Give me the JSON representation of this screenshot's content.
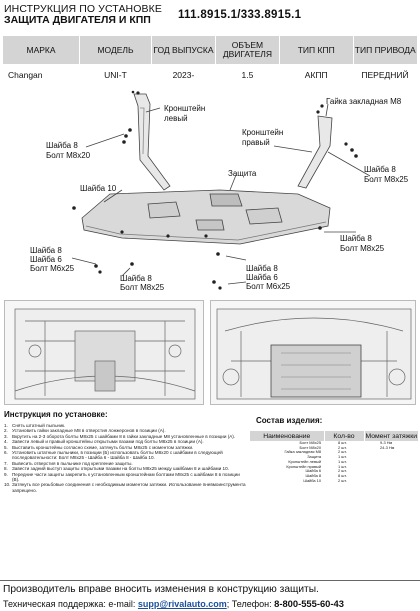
{
  "header": {
    "title_line1": "ИНСТРУКЦИЯ ПО УСТАНОВКЕ",
    "title_line2": "ЗАЩИТА ДВИГАТЕЛЯ И КПП",
    "part_numbers": "111.8915.1/333.8915.1"
  },
  "spec_table": {
    "columns": [
      "МАРКА",
      "МОДЕЛЬ",
      "ГОД ВЫПУСКА",
      "ОБЪЕМ ДВИГАТЕЛЯ",
      "ТИП КПП",
      "ТИП ПРИВОДА"
    ],
    "row": [
      "Changan",
      "UNI-T",
      "2023-",
      "1.5",
      "АКПП",
      "ПЕРЕДНИЙ"
    ]
  },
  "diagram": {
    "labels": {
      "nut": "Гайка закладная М8",
      "bracket_left_1": "Кронштейн",
      "bracket_left_2": "левый",
      "bracket_right_1": "Кронштейн",
      "bracket_right_2": "правый",
      "washer8_a": "Шайба 8",
      "bolt_m8x20": "Болт М8х20",
      "washer8_b": "Шайба 8",
      "bolt_m8x25_a": "Болт М8х25",
      "washer10": "Шайба 10",
      "guard": "Защита",
      "washer8_c": "Шайба 8",
      "bolt_m8x25_b": "Болт М8х25",
      "washer8_d": "Шайба 8",
      "washer6_a": "Шайба 6",
      "bolt_m6x25_a": "Болт М6х25",
      "washer8_e": "Шайба 8",
      "bolt_m8x25_c": "Болт М8х25",
      "washer8_f": "Шайба 8",
      "washer6_b": "Шайба 6",
      "bolt_m6x25_b": "Болт М6х25"
    }
  },
  "instructions": {
    "title": "Инструкция по установке:",
    "steps": [
      "Снять штатный пыльник.",
      "Установить гайки закладные М8 в отверстия лонжеронов в позиции (А).",
      "Вкрутить на 2-3 оборота болты М8х25 с шайбами 8 в гайки закладные М8 установленные в позиции (А).",
      "Завести левый и правый кронштейны открытыми пазами под болты М8х25 в позиции (А).",
      "Выставить кронштейны согласно схеме, затянуть болты М8х25 с моментом затяжки.",
      "Установить штатные пыльники, в позиции (Б) использовать болты М8х20 с шайбами в следующей последовательности: Болт М8х25 - Шайба 6 - Шайба 8 - Шайба 10.",
      "Вывесить отверстия в пыльнике под крепление защиты.",
      "Завести задний выступ защиты открытыми пазами на болты М8х25 между шайбами 8 и шайбами 10.",
      "Передние части защиты закрепить к установленным кронштейнам болтами М8х25 с шайбами 8 в позиции (В).",
      "Затянуть все резьбовые соединения с необходимым моментом затяжки. Использование пневмоинструмента запрещено."
    ]
  },
  "parts": {
    "title": "Состав изделия:",
    "columns": [
      "Наименование",
      "Кол-во",
      "Момент затяжки"
    ],
    "rows": [
      [
        "Болт М8х25",
        "8 шт.",
        "9-3 Нм"
      ],
      [
        "Болт М8х20",
        "2 шт.",
        "24-3 Нм"
      ],
      [
        "Гайка закладная М8",
        "2 шт.",
        ""
      ],
      [
        "Защита",
        "1 шт.",
        ""
      ],
      [
        "Кронштейн левый",
        "1 шт.",
        ""
      ],
      [
        "Кронштейн правый",
        "1 шт.",
        ""
      ],
      [
        "Шайба 6",
        "2 шт.",
        ""
      ],
      [
        "Шайба 8",
        "8 шт.",
        ""
      ],
      [
        "Шайба 10",
        "2 шт.",
        ""
      ]
    ]
  },
  "footer": {
    "line1": "Производитель вправе вносить изменения в конструкцию защиты.",
    "support_label": "Техническая поддержка:",
    "email_label": "e-mail:",
    "email": "supp@rivalauto.com",
    "phone_label": "Телефон:",
    "phone": "8-800-555-60-43"
  }
}
